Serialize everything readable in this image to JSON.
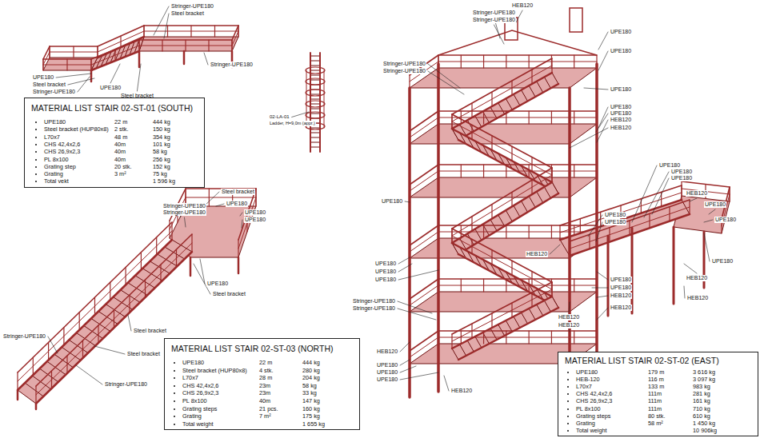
{
  "diagram": {
    "nodes": [
      {
        "text": [
          "MATERIAL LIST STAIR 02-ST-01 (SOUTH)",
          "UPE180",
          "22 m",
          "444 kg",
          "Steel bracket (HUP80x8)",
          "2 stk.",
          "150 kg",
          "L70x7",
          "48 m",
          "354 kg",
          "CHS 42,4x2,6",
          "40m",
          "101 kg",
          "CHS 26,9x2,3",
          "40m",
          "58 kg",
          "PL 8x100",
          "40m",
          "256 kg",
          "Grating step",
          "20 stk.",
          "152 kg",
          "Grating",
          "3 m²",
          "75 kg",
          "Total vekt",
          "1 596 kg"
        ]
      },
      {
        "text": [
          "MATERIAL LIST STAIR 02-ST-03 (NORTH)",
          "UPE180",
          "22 m",
          "444 kg",
          "Steel bracket (HUP80x8)",
          "4 stk.",
          "280 kg",
          "L70x7",
          "28 m",
          "204 kg",
          "CHS 42,4x2,6",
          "23m",
          "58 kg",
          "CHS 26,9x2,3",
          "23m",
          "33 kg",
          "PL 8x100",
          "40m",
          "147 kg",
          "Grating steps",
          "21 pcs.",
          "160 kg",
          "Grating",
          "7 m²",
          "175 kg",
          "Total weight",
          "1 655 kg"
        ]
      },
      {
        "text": [
          "MATERIAL LIST STAIR 02-ST-02 (EAST)",
          "UPE180",
          "179 m",
          "3 616 kg",
          "HEB-120",
          "116 m",
          "3 097 kg",
          "L70x7",
          "133 m",
          "983 kg",
          "CHS 42,4x2,6",
          "111m",
          "281 kg",
          "CHS 26,9x2,3",
          "111m",
          "161 kg",
          "PL 8x100",
          "111m",
          "710 kg",
          "Grating steps",
          "80 stk.",
          "610 kg",
          "Grating",
          "58 m²",
          "1 450 kg",
          "Total weight",
          "10 906kg"
        ]
      }
    ],
    "labels": [
      "Stringer-UPE180",
      "Steel bracket",
      "Stringer-UPE180",
      "UPE180",
      "Steel bracket",
      "UPE180",
      "Stringer-UPE180",
      "Steel bracket",
      "02-LA-01",
      "Ladder, H=9,0m (appr.)",
      "Steel bracket",
      "Stringer-UPE180",
      "Stringer-UPE180",
      "UPE180",
      "UPE180",
      "UPE180",
      "UPE180",
      "Steel bracket",
      "Steel bracket",
      "Stringer-UPE180",
      "Steel bracket",
      "Stringer-UPE180",
      "HEB120",
      "Stringer-UPE180",
      "Stringer-UPE180",
      "UPE180",
      "UPE180",
      "Stringer-UPE180",
      "Stringer-UPE180",
      "UPE180",
      "UPE180",
      "UPE180",
      "HEB120",
      "HEB120",
      "UPE180",
      "UPE180",
      "UPE180",
      "UPE180",
      "HEB120",
      "UPE180",
      "UPE180",
      "UPE180",
      "UPE180",
      "HEB120",
      "UPE180",
      "HEB120",
      "UPE180",
      "UPE180",
      "UPE180",
      "UPE180",
      "UPE180",
      "HEB120",
      "HEB120",
      "HEB120",
      "Stringer-UPE180",
      "Stringer-UPE180",
      "HEB120",
      "HEB120",
      "HEB120",
      "UPE180",
      "UPE180",
      "UPE180",
      "HEB120"
    ]
  }
}
